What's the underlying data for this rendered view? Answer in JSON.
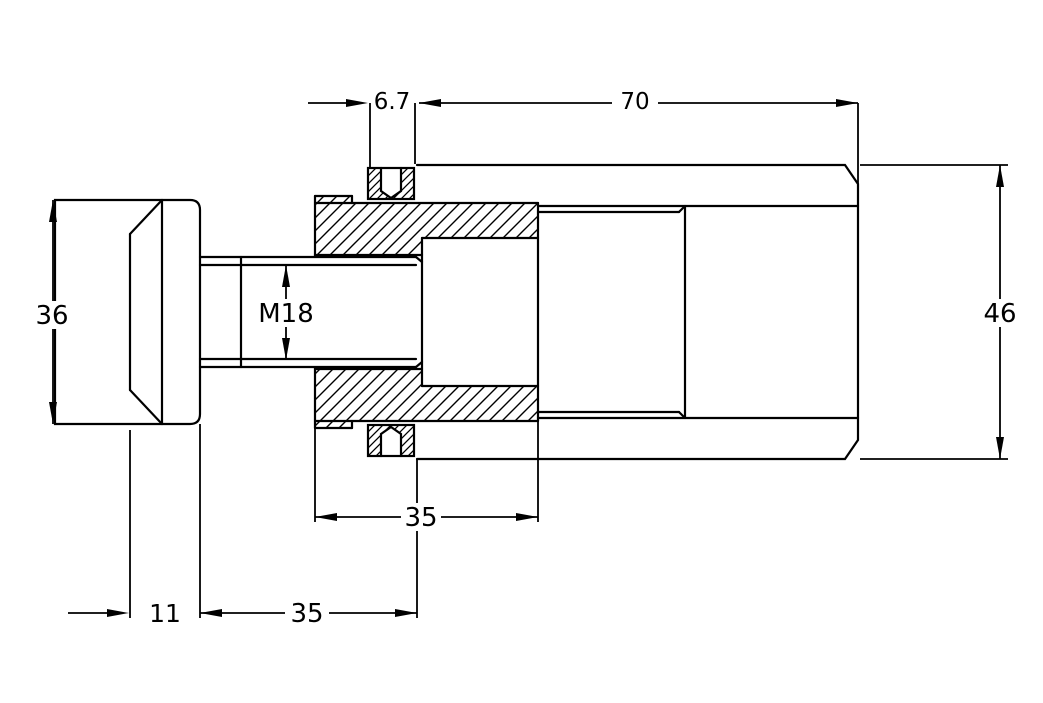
{
  "drawing": {
    "type": "engineering-section-view",
    "background": "#ffffff",
    "line_color": "#000000",
    "dimensions": {
      "screw_hole_diameter": "6.7",
      "body_length": "70",
      "knob_diameter": "36",
      "thread_spec": "M18",
      "body_diameter": "46",
      "flange_length": "35",
      "thread_length": "35",
      "knob_hub_width": "11"
    }
  }
}
